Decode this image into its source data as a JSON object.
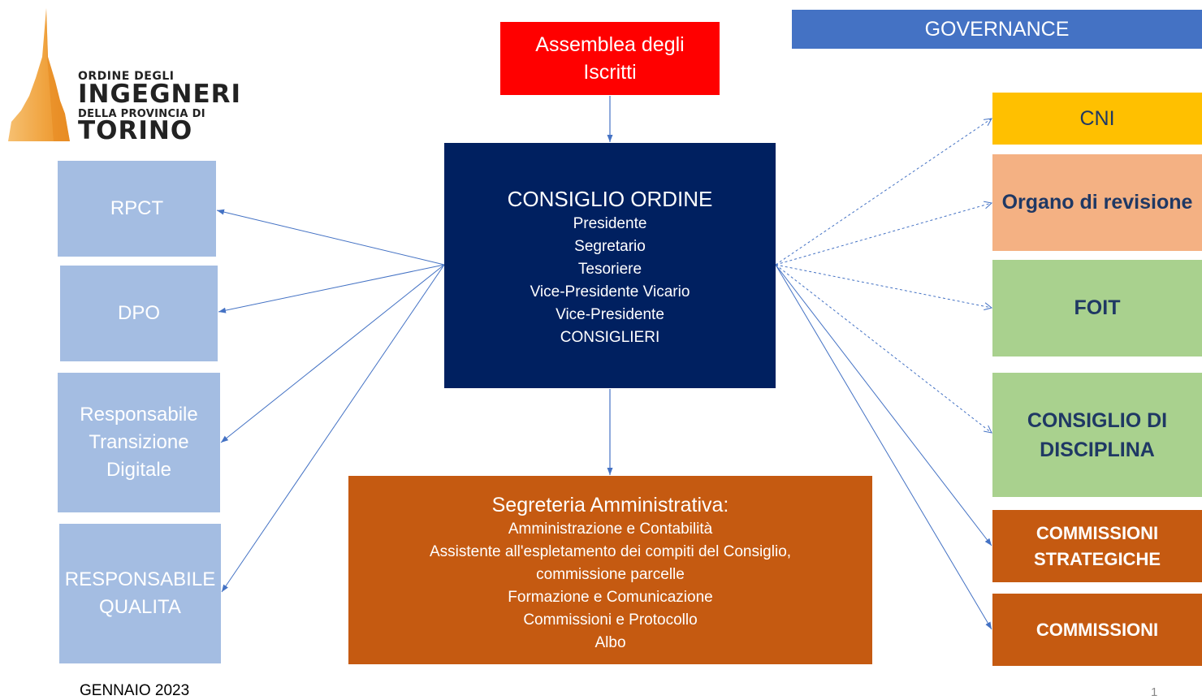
{
  "logo": {
    "line1": "ORDINE DEGLI",
    "line2": "INGEGNERI",
    "line3": "DELLA PROVINCIA DI",
    "line4": "TORINO"
  },
  "header": {
    "governance": "GOVERNANCE"
  },
  "center": {
    "assemblea": [
      "Assemblea degli",
      "Iscritti"
    ],
    "consiglio": {
      "title": "CONSIGLIO ORDINE",
      "members": [
        "Presidente",
        "Segretario",
        "Tesoriere",
        "Vice-Presidente Vicario",
        "Vice-Presidente",
        "CONSIGLIERI"
      ]
    },
    "segreteria": {
      "title": "Segreteria Amministrativa:",
      "lines": [
        "Amministrazione e Contabilità",
        "Assistente all'espletamento dei compiti del Consiglio,",
        "commissione parcelle",
        "Formazione e Comunicazione",
        "Commissioni e Protocollo",
        "Albo"
      ]
    }
  },
  "left": {
    "rpct": "RPCT",
    "dpo": "DPO",
    "rtd": [
      "Responsabile",
      "Transizione",
      "Digitale"
    ],
    "rq": [
      "RESPONSABILE",
      "QUALITA"
    ]
  },
  "right": {
    "cni": "CNI",
    "organo": "Organo di revisione",
    "foit": "FOIT",
    "cdd": [
      "CONSIGLIO DI",
      "DISCIPLINA"
    ],
    "cs": [
      "COMMISSIONI",
      "STRATEGICHE"
    ],
    "com": "COMMISSIONI"
  },
  "footer": {
    "date": "GENNAIO 2023",
    "page": "1"
  },
  "colors": {
    "assemblea": "#ff0000",
    "consiglio": "#002060",
    "segreteria": "#c55a11",
    "left_boxes": "#a4bde2",
    "governance": "#4472c4",
    "cni": "#ffc000",
    "organo": "#f4b183",
    "green": "#a9d18e",
    "connector": "#4472c4"
  }
}
